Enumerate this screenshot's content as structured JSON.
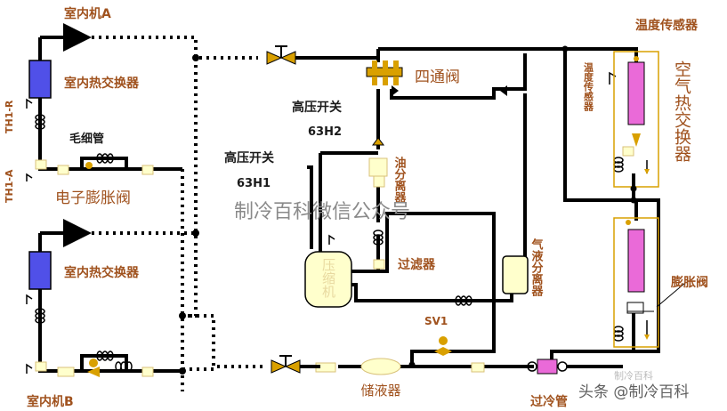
{
  "labels": {
    "indoor_a": "室内机A",
    "indoor_b": "室内机B",
    "indoor_hx_a": "室内热交换器",
    "indoor_hx_b": "室内热交换器",
    "capillary": "毛细管",
    "eev": "电子膨胀阀",
    "th1_r": "TH1-R",
    "th1_a": "TH1-A",
    "four_way_valve": "四通阀",
    "hp_switch_1": "高压开关",
    "hp_switch_1_code": "63H2",
    "hp_switch_2": "高压开关",
    "hp_switch_2_code": "63H1",
    "oil_separator": "油分离器",
    "compressor": "压缩机",
    "filter": "过滤器",
    "accumulator": "气液分离器",
    "sv1": "SV1",
    "receiver": "储液器",
    "subcooler": "过冷管",
    "temp_sensor_top": "温度传感器",
    "temp_sensor_vertical": "温度传感器",
    "air_hx": "空气热交换器",
    "expansion_valve": "膨胀阀"
  },
  "watermarks": {
    "center": "制冷百科微信公众号",
    "bottom": "头条 @制冷百科",
    "bottom_faint": "制冷百科"
  },
  "colors": {
    "pipe": "#000000",
    "label_brown": "#a0521e",
    "indoor_coil": "#5050e8",
    "outdoor_coil": "#ea6ad8",
    "valve": "#d9a000",
    "component_fill": "#ffffcc",
    "watermark": "#8a8a8a"
  }
}
